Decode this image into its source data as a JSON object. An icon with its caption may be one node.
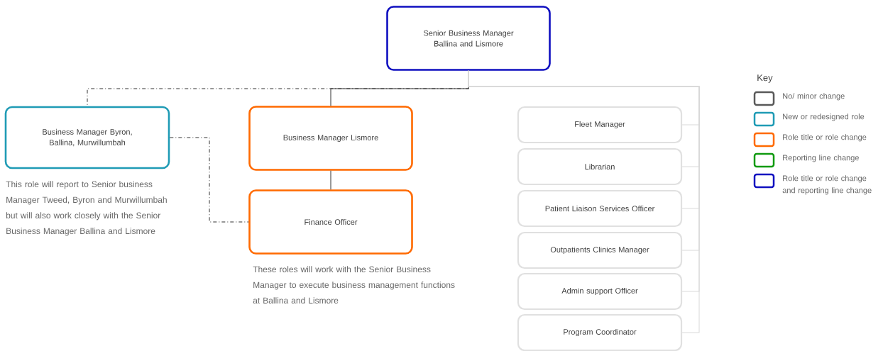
{
  "diagram": {
    "nodes": [
      {
        "text": [
          "Senior Business Manager Ballina and Lismore"
        ]
      },
      {
        "text": [
          "Business Manager Byron, Ballina, Murwillumbah"
        ],
        "beside": [
          "This role will report to Senior business Manager Tweed, Byron and Murwillumbah but will also work closely with the Senior Business Manager Ballina and Lismore"
        ]
      },
      {
        "text": [
          "Business Manager Lismore"
        ]
      },
      {
        "text": [
          "Finance Officer"
        ]
      },
      {
        "text": [
          "Fleet Manager"
        ]
      },
      {
        "text": [
          "Librarian"
        ]
      },
      {
        "text": [
          "Patient Liaison Services Officer"
        ]
      },
      {
        "text": [
          "Outpatients Clinics Manager"
        ]
      },
      {
        "text": [
          "Admin support Officer"
        ]
      },
      {
        "text": [
          "Program Coordinator"
        ]
      }
    ],
    "edges": [
      {
        "from": 0,
        "to": 1,
        "arrow": "none",
        "style": "dashed",
        "color": "#333333"
      },
      {
        "from": 0,
        "to": 2,
        "arrow": "none",
        "color": "#333333"
      },
      {
        "from": 2,
        "to": 3,
        "arrow": "none",
        "color": "#333333"
      },
      {
        "from": 1,
        "to": 3,
        "arrow": "none",
        "style": "dashed",
        "color": "#333333"
      },
      {
        "from": 0,
        "to": 4,
        "arrow": "none"
      },
      {
        "from": 0,
        "to": 5,
        "arrow": "none"
      },
      {
        "from": 0,
        "to": 6,
        "arrow": "none"
      },
      {
        "from": 0,
        "to": 7,
        "arrow": "none"
      },
      {
        "from": 0,
        "to": 8,
        "arrow": "none"
      },
      {
        "from": 0,
        "to": 9,
        "arrow": "none"
      }
    ],
    "labels": [
      "These roles will work with the Senior Business Manager to execute business management functions at Ballina and Lismore",
      "Key"
    ],
    "legend": [
      {
        "text": "No/ minor  change",
        "color": "#595959"
      },
      {
        "text": "New or redesigned role",
        "color": "#1f9bb5"
      },
      {
        "text": "Role title or role change",
        "color": "#ff6a00"
      },
      {
        "text": "Reporting line change",
        "color": "#109a10"
      },
      {
        "text": "Role title or role change and reporting line change",
        "color": "#1010c0"
      }
    ]
  }
}
